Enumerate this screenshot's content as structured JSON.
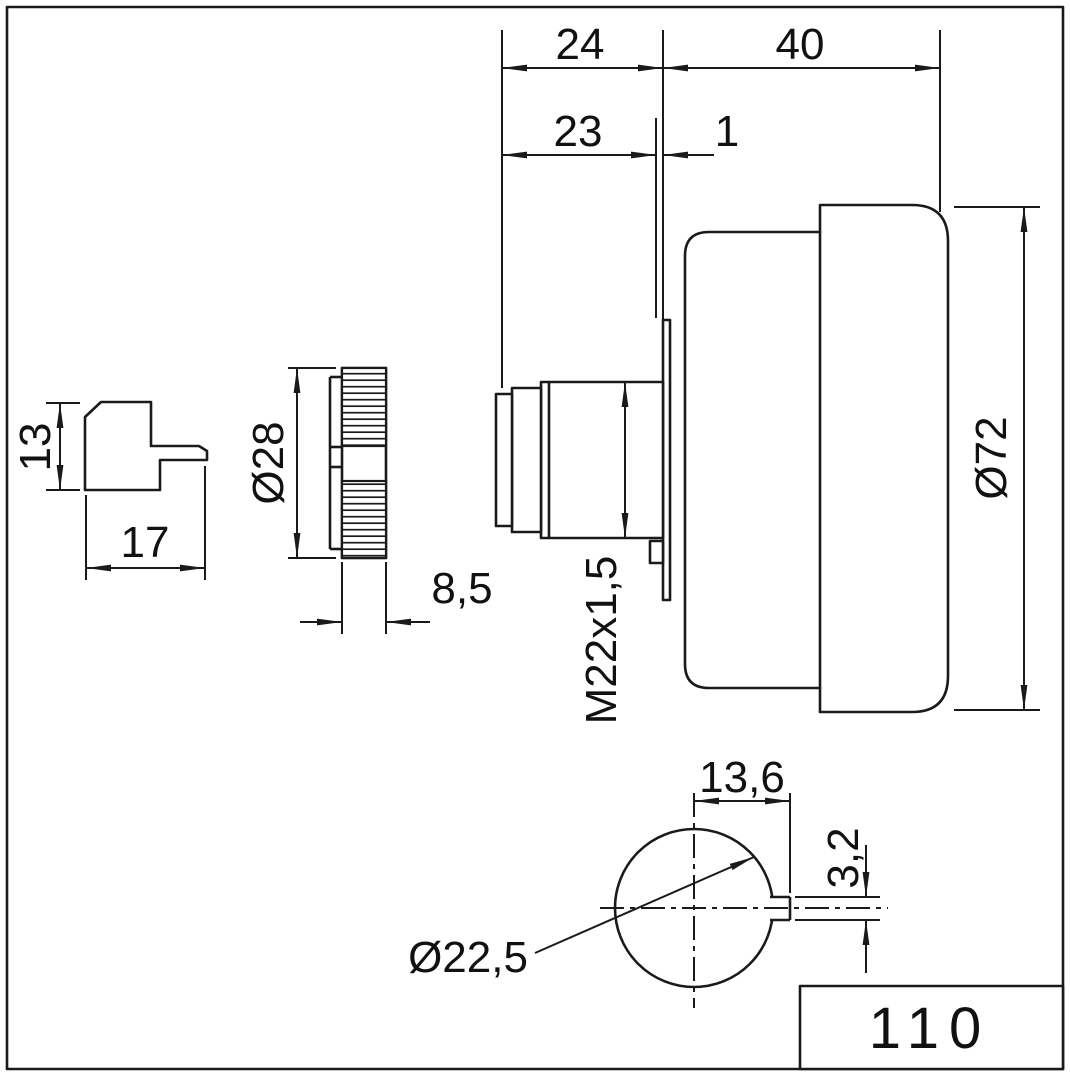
{
  "drawing": {
    "colors": {
      "line": "#1a1a1a",
      "background": "#ffffff"
    },
    "labels": {
      "dim_24": "24",
      "dim_40": "40",
      "dim_23": "23",
      "dim_1": "1",
      "dim_13": "13",
      "dim_17": "17",
      "dim_nut_diameter": "Ø28",
      "dim_nut_width": "8,5",
      "dim_thread": "M22x1,5",
      "dim_housing_diameter": "Ø72",
      "dim_cutout_width": "13,6",
      "dim_notch_height": "3,2",
      "dim_cutout_diameter": "Ø22,5"
    },
    "title_block": {
      "part_number": "110"
    }
  }
}
